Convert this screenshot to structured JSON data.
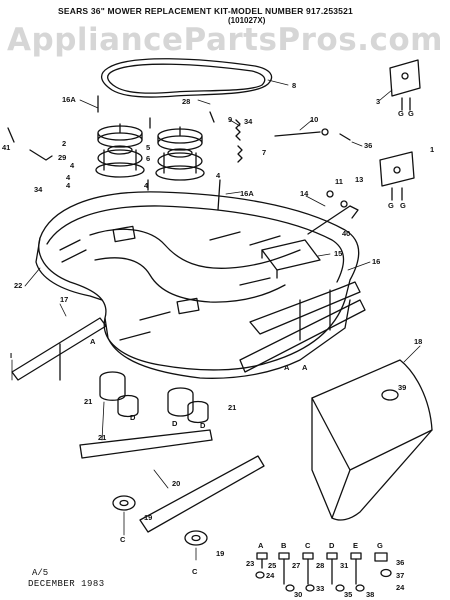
{
  "watermark": "AppliancePartsPros.com",
  "header": {
    "title": "SEARS 36\" MOWER REPLACEMENT KIT-MODEL NUMBER 917.253521",
    "subtitle": "(101027X)"
  },
  "footer": {
    "code": "A/5",
    "date": "DECEMBER 1983"
  },
  "callouts": [
    "8",
    "3",
    "16A",
    "28",
    "9",
    "10",
    "34",
    "1",
    "2",
    "41",
    "7",
    "36",
    "29",
    "5",
    "6",
    "4",
    "34",
    "16A",
    "14",
    "11",
    "13",
    "40",
    "15",
    "16",
    "22",
    "17",
    "I",
    "18",
    "39",
    "21",
    "21",
    "21",
    "D",
    "D",
    "D",
    "A",
    "A",
    "A",
    "20",
    "19",
    "19",
    "C",
    "C",
    "A",
    "B",
    "C",
    "D",
    "E",
    "G",
    "23",
    "25",
    "27",
    "28",
    "31",
    "36",
    "37",
    "24",
    "24",
    "33",
    "30",
    "35",
    "38",
    "G",
    "G",
    "G",
    "G",
    "4",
    "4",
    "4",
    "4"
  ]
}
